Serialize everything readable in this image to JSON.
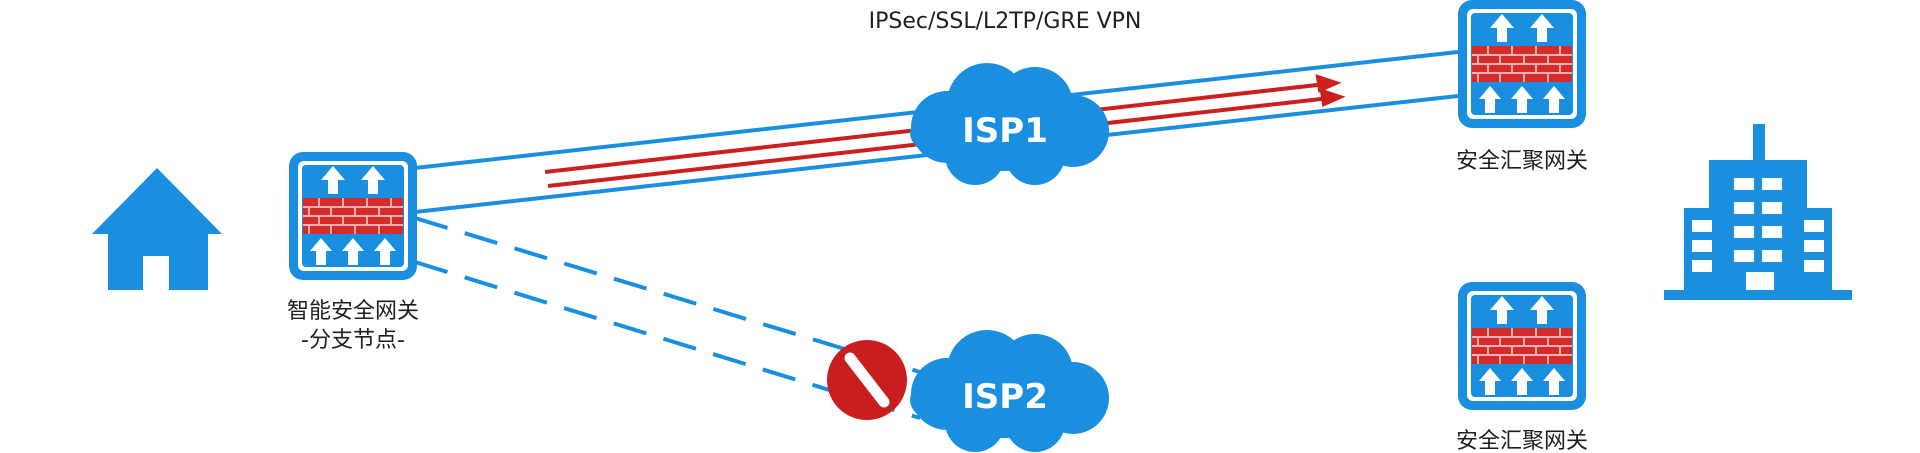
{
  "diagram": {
    "vpn_label": "IPSec/SSL/L2TP/GRE VPN",
    "isp1_label": "ISP1",
    "isp2_label": "ISP2",
    "branch_gateway": {
      "name": "智能安全网关",
      "subtitle": "-分支节点-"
    },
    "hq_gateway_top": {
      "name": "安全汇聚网关"
    },
    "hq_gateway_bottom": {
      "name": "安全汇聚网关"
    },
    "icons": [
      "home-icon",
      "firewall-gateway-icon",
      "cloud-icon",
      "blocked-link-icon",
      "office-building-icon"
    ],
    "colors": {
      "link_blue": "#1a8fe0",
      "tunnel_red": "#cc1f1f",
      "cloud_blue": "#1a8fe0",
      "firewall_red": "#d62b2b",
      "block_red": "#c81e1e"
    }
  }
}
